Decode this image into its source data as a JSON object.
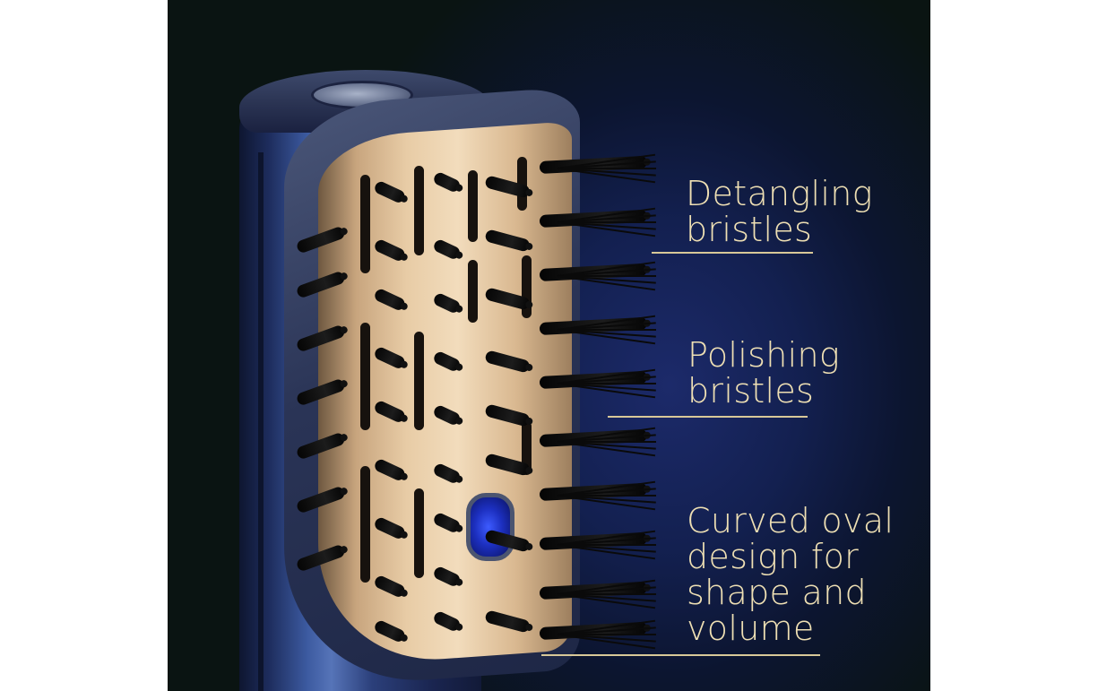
{
  "image": {
    "subject": "hot air styling brush with oval barrel and bristles",
    "background_color": "#0f1a3a",
    "accent_text_color": "#efe0b4"
  },
  "callouts": [
    {
      "id": "detangling",
      "lines": [
        "Detangling",
        "bristles"
      ]
    },
    {
      "id": "polishing",
      "lines": [
        "Polishing",
        "bristles"
      ]
    },
    {
      "id": "curved",
      "lines": [
        "Curved oval",
        "design for",
        "shape and",
        "volume"
      ]
    }
  ]
}
